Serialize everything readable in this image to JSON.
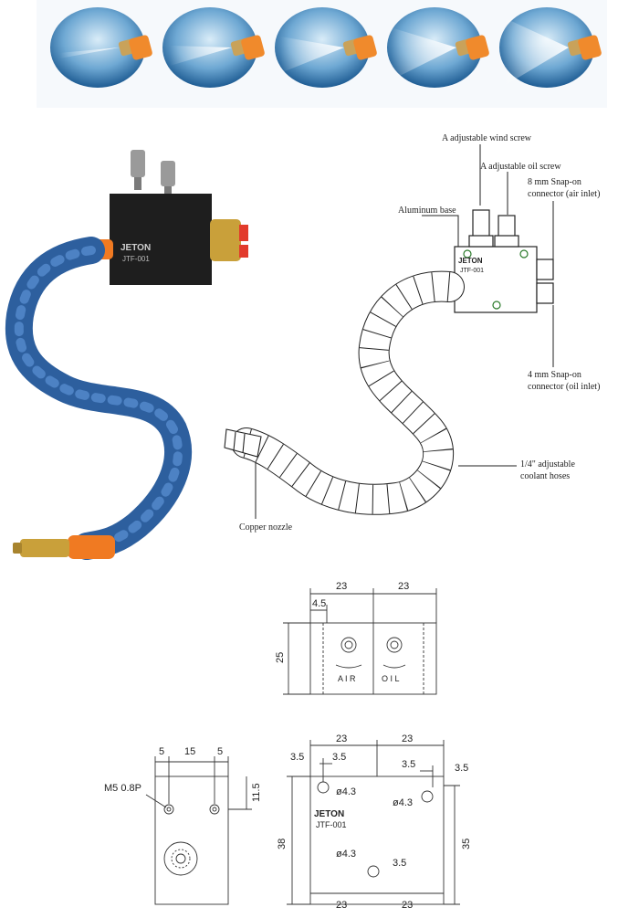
{
  "spray_strip": {
    "count": 5,
    "colors": {
      "nozzle": "#f08a2c",
      "tip": "#c9a25a",
      "sky": "#4a8dbf"
    }
  },
  "photo": {
    "brand": "JETON",
    "model": "JTF-001",
    "colors": {
      "block": "#1e1e1e",
      "hose": "#2d5f9e",
      "ring": "#f07a22",
      "brass": "#c9a03a"
    }
  },
  "callouts": {
    "wind_screw": "A adjustable wind screw",
    "oil_screw": "A adjustable oil screw",
    "air_connector_line1": "8 mm Snap-on",
    "air_connector_line2": "connector (air inlet)",
    "aluminum_base": "Aluminum base",
    "oil_connector_line1": "4 mm Snap-on",
    "oil_connector_line2": "connector (oil inlet)",
    "hoses_line1": "1/4\" adjustable",
    "hoses_line2": "coolant hoses",
    "copper_nozzle": "Copper nozzle",
    "drawing_brand": "JETON",
    "drawing_model": "JTF-001"
  },
  "top_view": {
    "dim_left_width": "23",
    "dim_right_width": "23",
    "dim_offset": "4.5",
    "dim_height": "25",
    "label_air": "A I R",
    "label_oil": "O I L"
  },
  "side_view": {
    "dim_a": "5",
    "dim_b": "15",
    "dim_c": "5",
    "thread": "M5 0.8P",
    "dim_hole_offset": "11.5"
  },
  "front_view": {
    "brand": "JETON",
    "model": "JTF-001",
    "top_left": "23",
    "top_right": "23",
    "offset_left_outer": "3.5",
    "offset_left_inner": "3.5",
    "offset_right_inner": "3.5",
    "offset_right_outer": "3.5",
    "hole_1": "ø4.3",
    "hole_2": "ø4.3",
    "hole_3": "ø4.3",
    "offset_bottom": "3.5",
    "height_left": "38",
    "height_right": "35",
    "bottom_left": "23",
    "bottom_right": "23"
  }
}
